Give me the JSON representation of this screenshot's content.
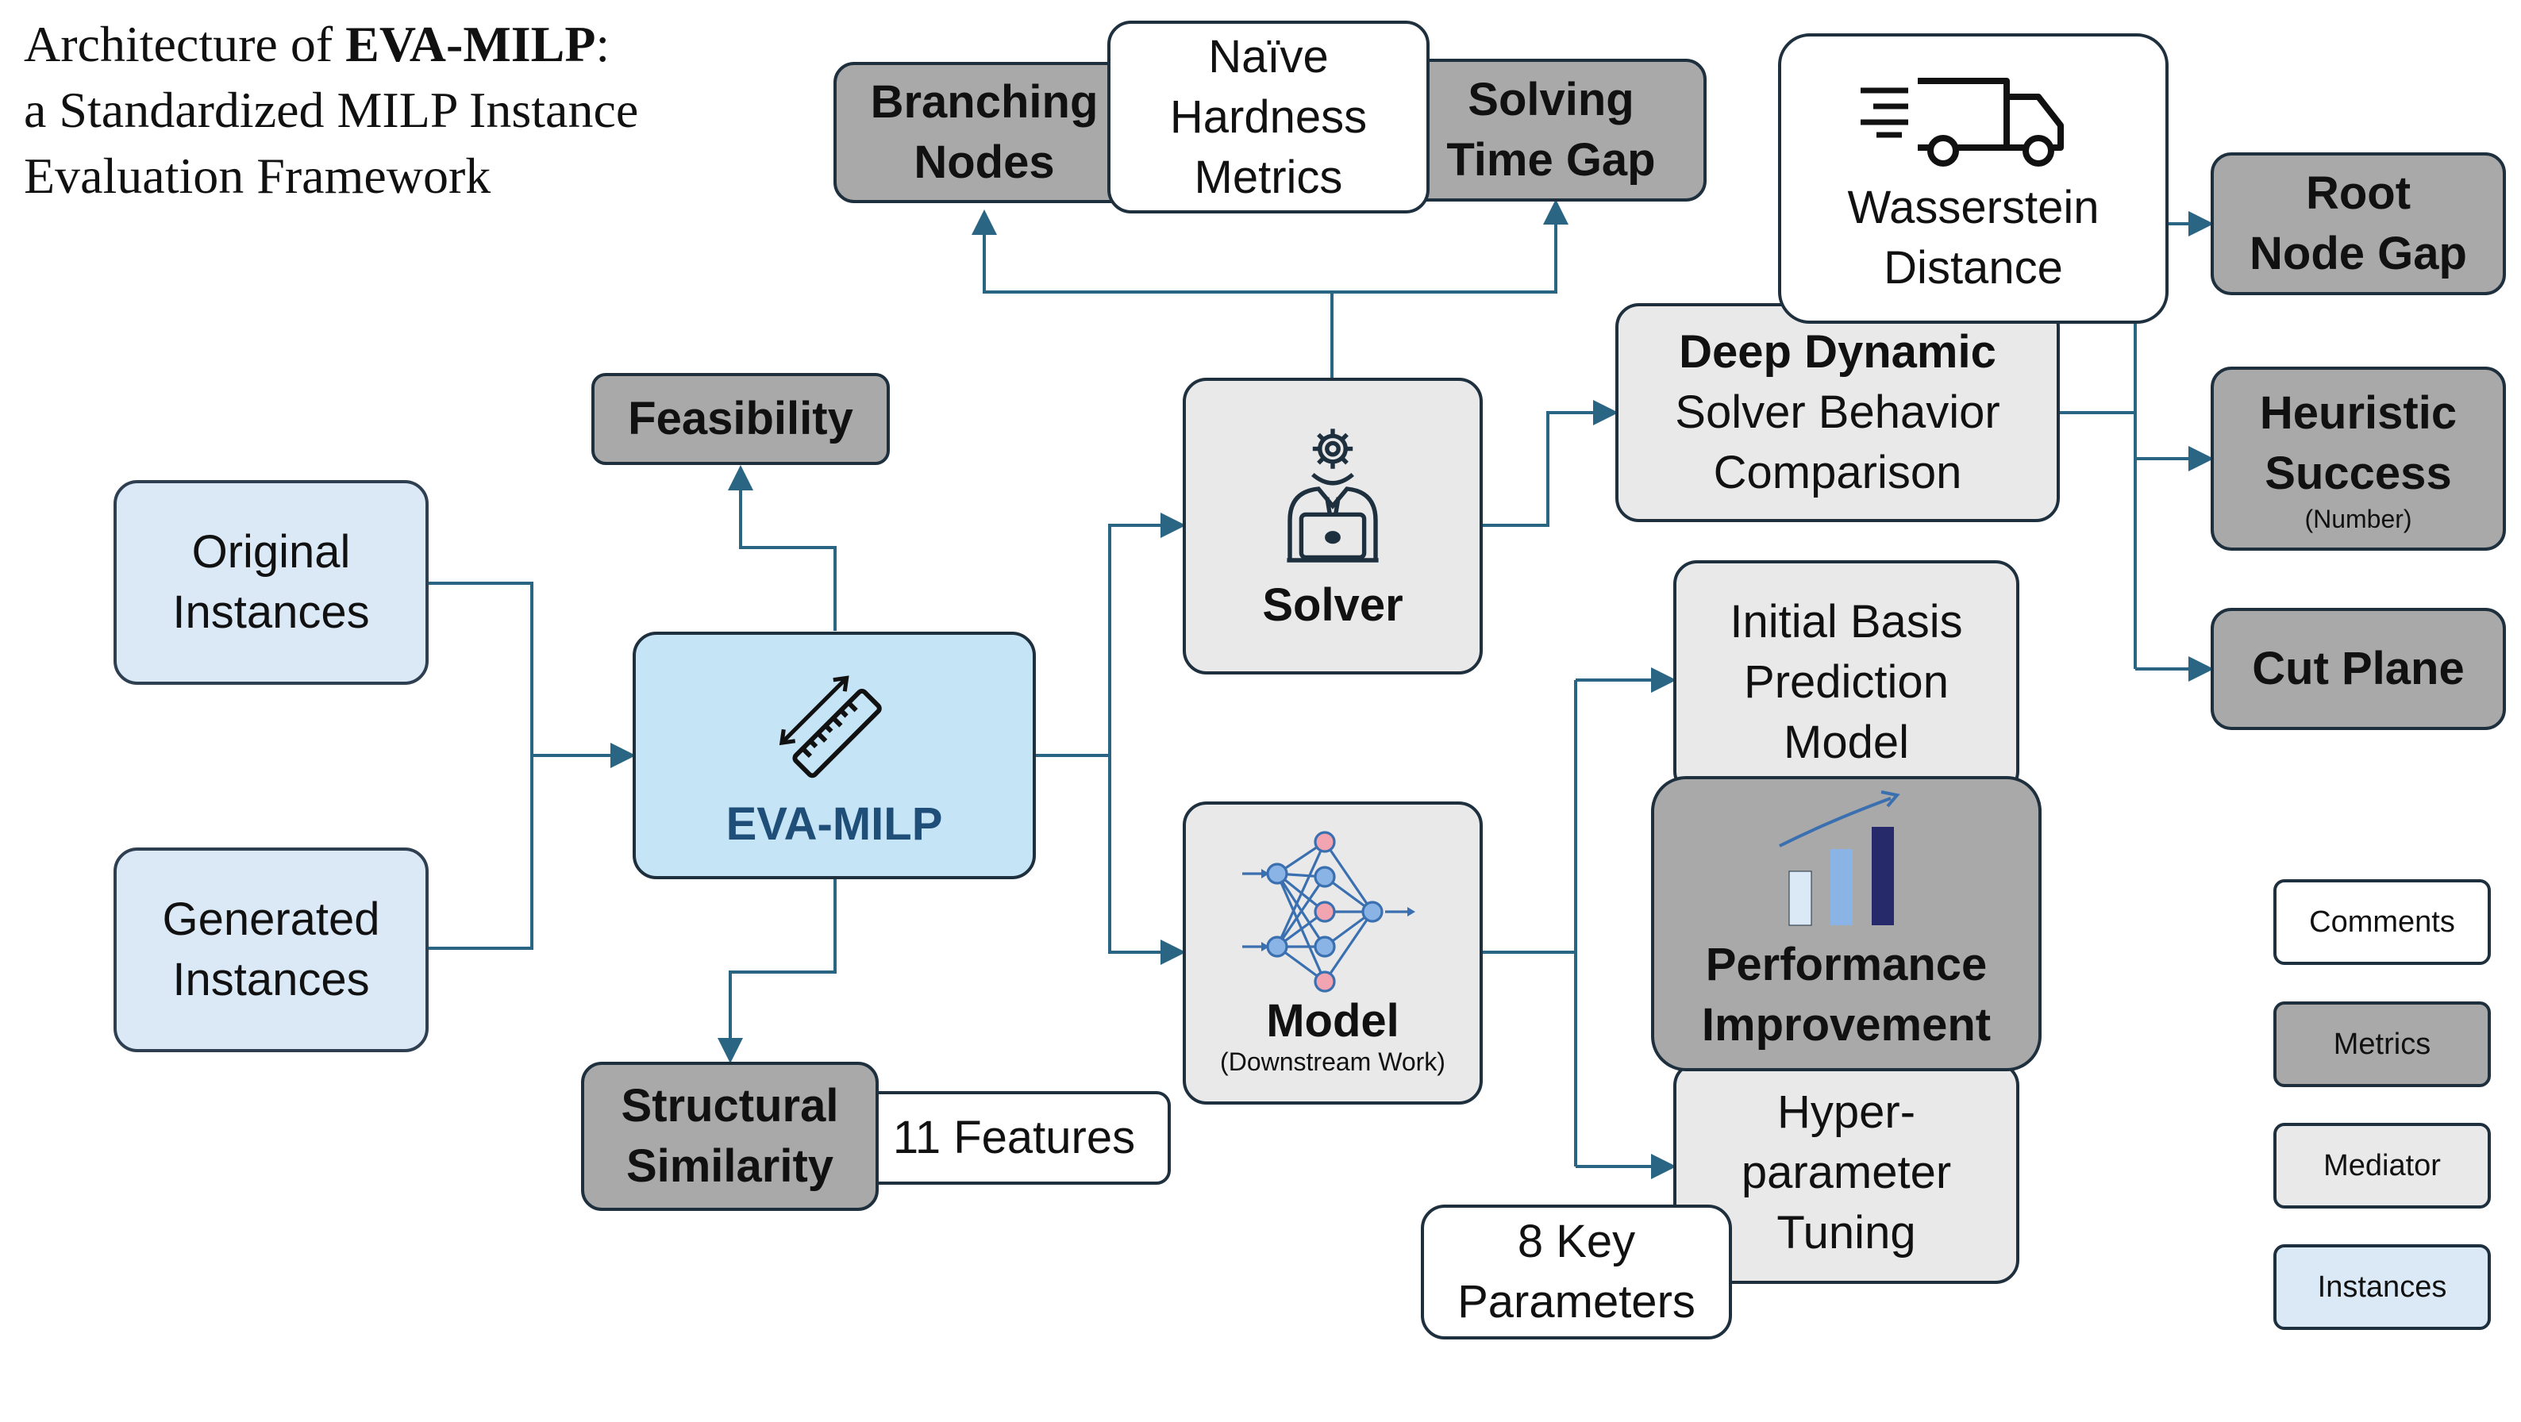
{
  "title": {
    "line1_prefix": "Architecture of ",
    "line1_bold": "EVA-MILP",
    "line1_suffix": ":",
    "line2": "a Standardized MILP Instance",
    "line3": "Evaluation Framework"
  },
  "nodes": {
    "original_instances": [
      "Original",
      "Instances"
    ],
    "generated_instances": [
      "Generated",
      "Instances"
    ],
    "eva_milp": "EVA-MILP",
    "feasibility": "Feasibility",
    "structural_similarity": [
      "Structural",
      "Similarity"
    ],
    "eleven_features": "11 Features",
    "solver": "Solver",
    "model": "Model",
    "model_sub": "(Downstream Work)",
    "branching_nodes": [
      "Branching",
      "Nodes"
    ],
    "naive_hardness": [
      "Naïve",
      "Hardness",
      "Metrics"
    ],
    "solving_time_gap": [
      "Solving",
      "Time Gap"
    ],
    "wasserstein": [
      "Wasserstein",
      "Distance"
    ],
    "deep_dynamic_bold": "Deep Dynamic",
    "deep_dynamic_rest": [
      "Solver Behavior",
      "Comparison"
    ],
    "root_node_gap": [
      "Root",
      "Node Gap"
    ],
    "heuristic_success": [
      "Heuristic",
      "Success"
    ],
    "heuristic_sub": "(Number)",
    "cut_plane": "Cut Plane",
    "initial_basis": [
      "Initial Basis",
      "Prediction",
      "Model"
    ],
    "performance_improvement": [
      "Performance",
      "Improvement"
    ],
    "hyperparameter": [
      "Hyper-",
      "parameter",
      "Tuning"
    ],
    "key_parameters": [
      "8 Key",
      "Parameters"
    ]
  },
  "legend": {
    "comments": "Comments",
    "metrics": "Metrics",
    "mediator": "Mediator",
    "instances": "Instances"
  },
  "colors": {
    "metric": "#a9a9a9",
    "mediator": "#e9e9e9",
    "instance": "#dbe9f7",
    "eva_fill": "#c5e4f5",
    "arrow": "#2a6584",
    "border": "#1e2f3e",
    "eva_text": "#1f4e79"
  },
  "icons": [
    "ruler-icon",
    "solver-person-icon",
    "neural-network-icon",
    "truck-icon",
    "bar-chart-icon"
  ]
}
